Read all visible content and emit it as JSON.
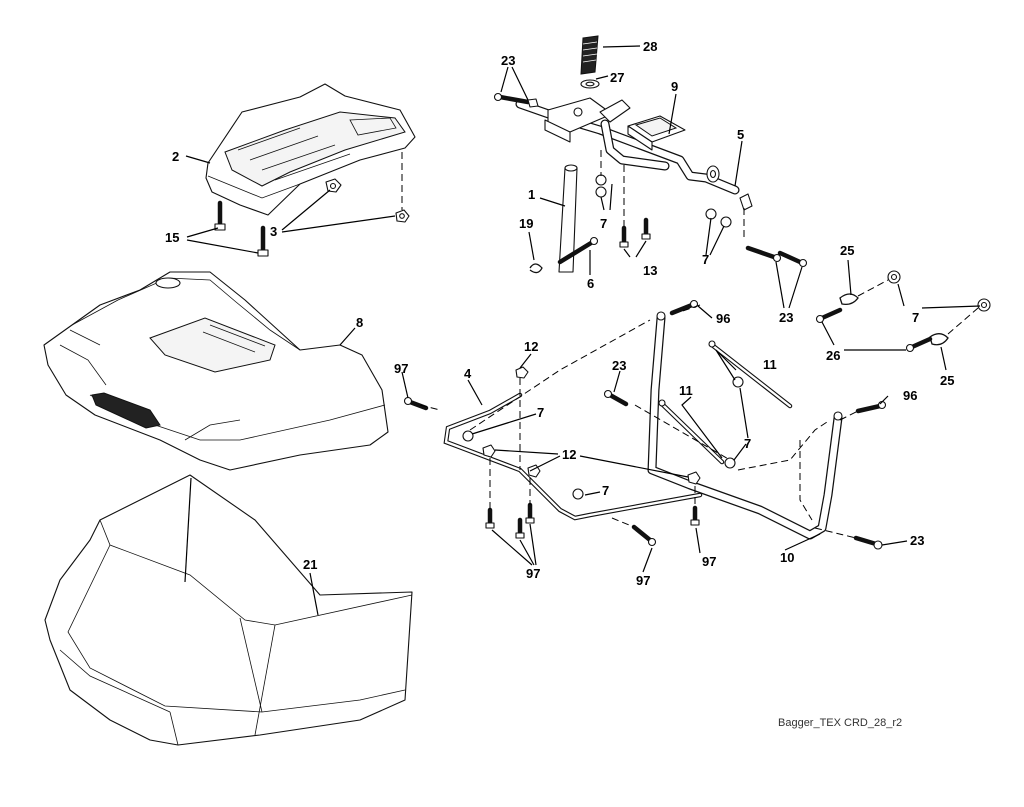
{
  "drawing_id": "Bagger_TEX CRD_28_r2",
  "callouts": {
    "p1": "1",
    "p2": "2",
    "p3": "3",
    "p4": "4",
    "p5": "5",
    "p6": "6",
    "p7_a": "7",
    "p7_b": "7",
    "p7_c": "7",
    "p7_d": "7",
    "p7_e": "7",
    "p7_f": "7",
    "p8": "8",
    "p9": "9",
    "p10": "10",
    "p11_a": "11",
    "p11_b": "11",
    "p12_a": "12",
    "p12_b": "12",
    "p13": "13",
    "p15": "15",
    "p19": "19",
    "p21": "21",
    "p23_a": "23",
    "p23_b": "23",
    "p23_c": "23",
    "p23_d": "23",
    "p25_a": "25",
    "p25_b": "25",
    "p26": "26",
    "p27": "27",
    "p28": "28",
    "p96_a": "96",
    "p96_b": "96",
    "p97_a": "97",
    "p97_b": "97",
    "p97_c": "97",
    "p97_d": "97"
  }
}
